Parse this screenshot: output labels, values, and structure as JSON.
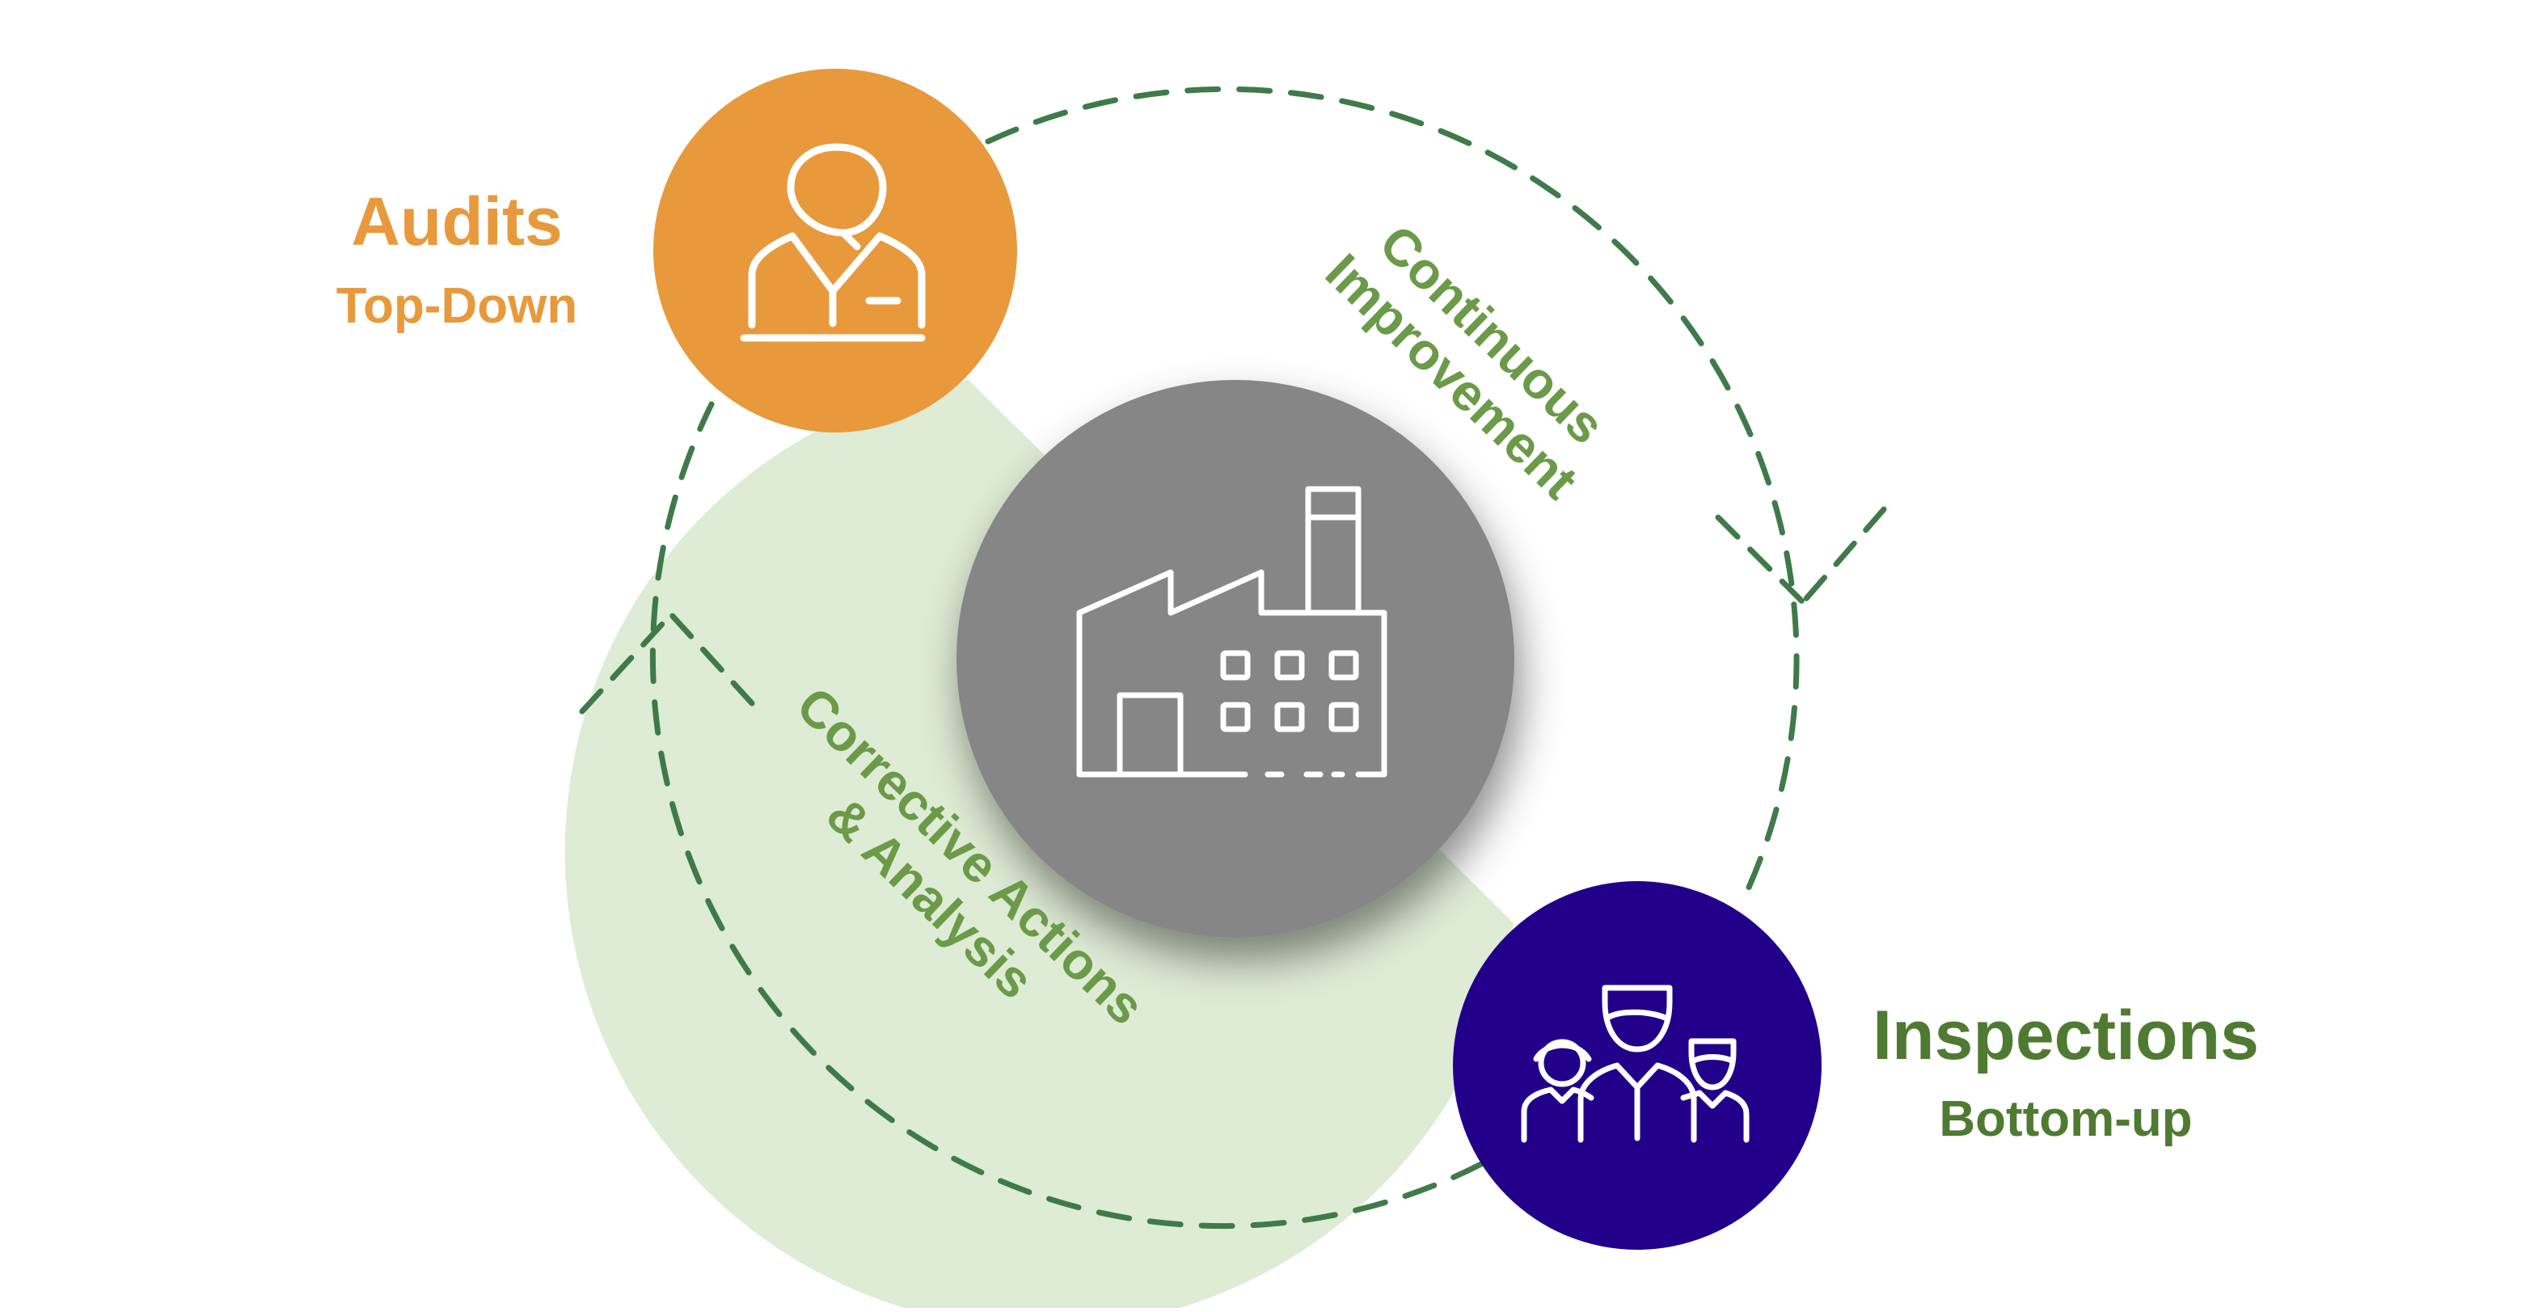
{
  "colors": {
    "audits": "#E8993C",
    "inspections": "#22008A",
    "center": "#868686",
    "green_text": "#6B9A48",
    "green_dark_text": "#4F7A32",
    "arrow": "#3F7A4A",
    "band": "#DEEBD5",
    "icon_stroke": "#FFFFFF"
  },
  "audits": {
    "title": "Audits",
    "subtitle": "Top-Down",
    "icon": "person-at-desk-icon"
  },
  "inspections": {
    "title": "Inspections",
    "subtitle": "Bottom-up",
    "icon": "team-people-icon"
  },
  "center": {
    "icon": "factory-icon"
  },
  "cycle": {
    "continuous_line1": "Continuous",
    "continuous_line2": "Improvement",
    "corrective_line1": "Corrective Actions",
    "corrective_line2": "& Analysis"
  }
}
